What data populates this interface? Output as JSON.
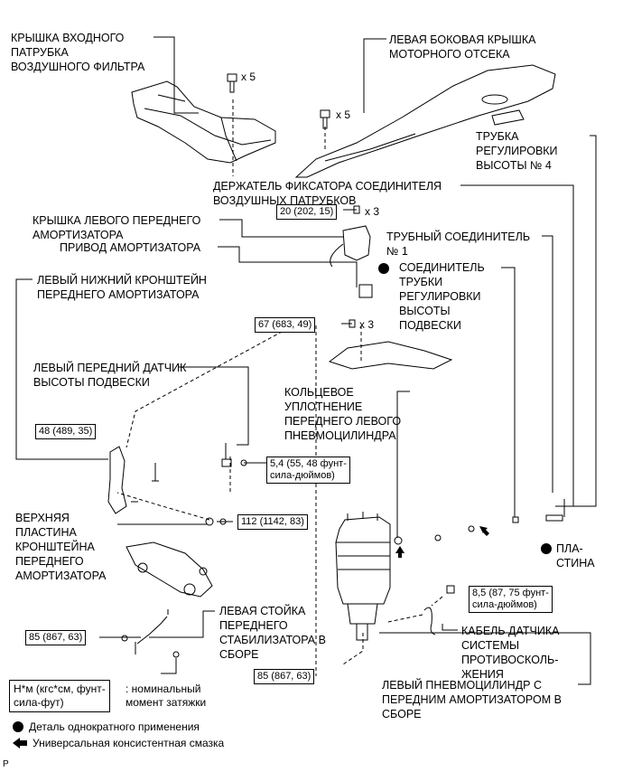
{
  "labels": {
    "intake_cover": "КРЫШКА ВХОДНОГО\nПАТРУБКА\nВОЗДУШНОГО ФИЛЬТРА",
    "left_side_cover": "ЛЕВАЯ БОКОВАЯ КРЫШКА\nМОТОРНОГО ОТСЕКА",
    "height_tube_4": "ТРУБКА\nРЕГУЛИРОВКИ\nВЫСОТЫ № 4",
    "connector_holder": "ДЕРЖАТЕЛЬ ФИКСАТОРА СОЕДИНИТЕЛЯ\nВОЗДУШНЫХ ПАТРУБКОВ",
    "front_damper_cover": "КРЫШКА ЛЕВОГО ПЕРЕДНЕГО\nАМОРТИЗАТОРА",
    "damper_actuator": "ПРИВОД АМОРТИЗАТОРА",
    "tube_connector_1": "ТРУБНЫЙ СОЕДИНИТЕЛЬ\n№ 1",
    "height_tube_connector": "СОЕДИНИТЕЛЬ\nТРУБКИ\nРЕГУЛИРОВКИ\nВЫСОТЫ\nПОДВЕСКИ",
    "lower_bracket": "ЛЕВЫЙ НИЖНИЙ КРОНШТЕЙН\nПЕРЕДНЕГО АМОРТИЗАТОРА",
    "height_sensor": "ЛЕВЫЙ ПЕРЕДНИЙ ДАТЧИК\nВЫСОТЫ ПОДВЕСКИ",
    "o_ring": "КОЛЬЦЕВОЕ\nУПЛОТНЕНИЕ\nПЕРЕДНЕГО ЛЕВОГО\nПНЕВМОЦИЛИНДРА",
    "upper_plate": "ВЕРХНЯЯ\nПЛАСТИНА\nКРОНШТЕЙНА\nПЕРЕДНЕГО\nАМОРТИЗАТОРА",
    "plate": "ПЛА-\nСТИНА",
    "stabilizer_link": "ЛЕВАЯ СТОЙКА\nПЕРЕДНЕГО\nСТАБИЛИЗАТОРА В\nСБОРЕ",
    "skid_sensor_cable": "КАБЕЛЬ ДАТЧИКА\nСИСТЕМЫ\nПРОТИВОСКОЛЬ-\nЖЕНИЯ",
    "air_cylinder_assy": "ЛЕВЫЙ ПНЕВМОЦИЛИНДР С\nПЕРЕДНИМ АМОРТИЗАТОРОМ В\nСБОРЕ"
  },
  "torques": {
    "t20": "20 (202, 15)",
    "t67": "67 (683, 49)",
    "t48": "48 (489, 35)",
    "t54": "5,4 (55, 48 фунт-\nсила-дюймов)",
    "t112": "112 (1142, 83)",
    "t85a": "85 (867, 63)",
    "t85b": "85 (867, 63)",
    "t85c": "8,5 (87, 75 фунт-\nсила-дюймов)"
  },
  "counts": {
    "c1": "x 5",
    "c2": "x 5",
    "c3": "x 3",
    "c4": "x 3"
  },
  "legend": {
    "unit_box": "Н*м (кгс*см, фунт-\nсила-фут)",
    "unit_desc": ": номинальный\nмомент затяжки",
    "single_use": "Деталь однократного применения",
    "grease": "Универсальная консистентная смазка"
  },
  "corner_mark": "P"
}
